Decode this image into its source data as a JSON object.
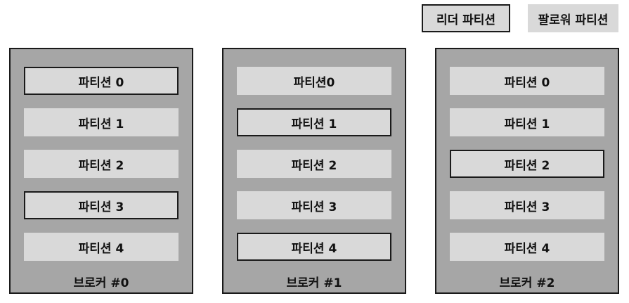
{
  "legend": {
    "leader_label": "리더 파티션",
    "follower_label": "팔로워 파티션"
  },
  "brokers": [
    {
      "label": "브로커 #0",
      "partitions": [
        {
          "label": "파티션 0",
          "role": "leader"
        },
        {
          "label": "파티션 1",
          "role": "follower"
        },
        {
          "label": "파티션 2",
          "role": "follower"
        },
        {
          "label": "파티션 3",
          "role": "leader"
        },
        {
          "label": "파티션 4",
          "role": "follower"
        }
      ]
    },
    {
      "label": "브로커 #1",
      "partitions": [
        {
          "label": "파티션0",
          "role": "follower"
        },
        {
          "label": "파티션 1",
          "role": "leader"
        },
        {
          "label": "파티션 2",
          "role": "follower"
        },
        {
          "label": "파티션 3",
          "role": "follower"
        },
        {
          "label": "파티션 4",
          "role": "leader"
        }
      ]
    },
    {
      "label": "브로커 #2",
      "partitions": [
        {
          "label": "파티션 0",
          "role": "follower"
        },
        {
          "label": "파티션 1",
          "role": "follower"
        },
        {
          "label": "파티션 2",
          "role": "leader"
        },
        {
          "label": "파티션 3",
          "role": "follower"
        },
        {
          "label": "파티션 4",
          "role": "follower"
        }
      ]
    }
  ]
}
